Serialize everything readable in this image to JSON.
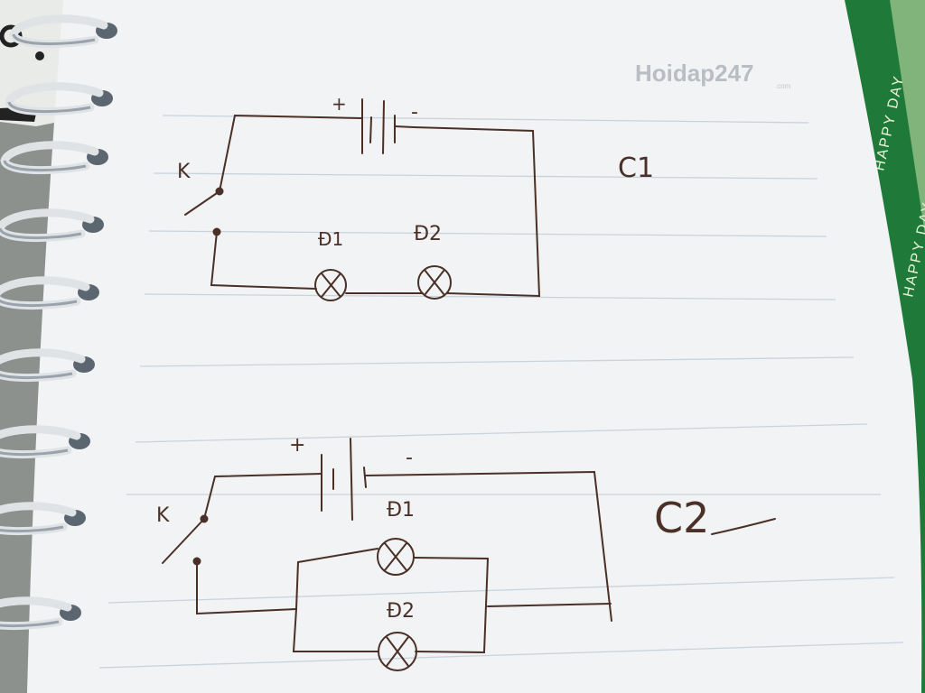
{
  "watermark": {
    "brand": "Hoidap247",
    "suffix": ".com"
  },
  "cover": {
    "text": "HAPPY DAY",
    "color": "#1f7a3a"
  },
  "paper": {
    "color": "#f1f3f5",
    "rule_color": "#c9d3dc"
  },
  "ink_color": "#4a3026",
  "circuit_1": {
    "label": "C1",
    "switch_label": "K",
    "battery_plus": "+",
    "battery_minus": "-",
    "lamp_1_label": "Đ1",
    "lamp_2_label": "Đ2"
  },
  "circuit_2": {
    "label": "C2",
    "switch_label": "K",
    "battery_plus": "+",
    "battery_minus": "-",
    "lamp_1_label": "Đ1",
    "lamp_2_label": "Đ2"
  }
}
